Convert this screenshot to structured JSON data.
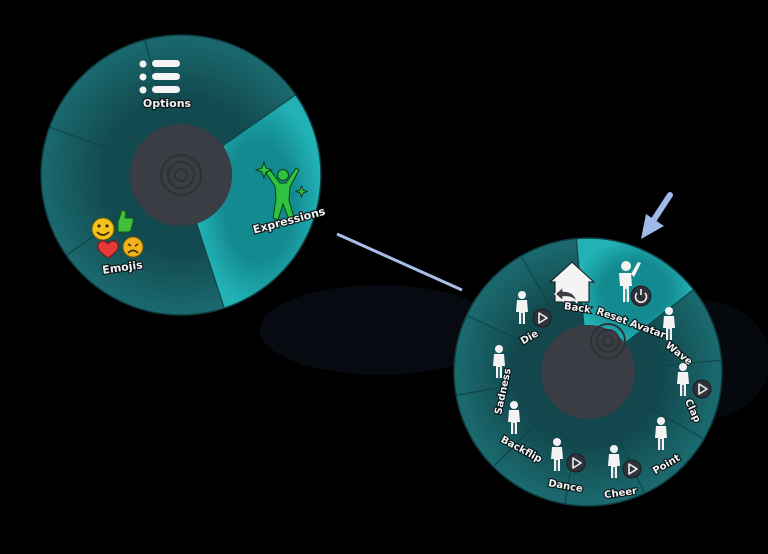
{
  "left_menu": {
    "items": [
      {
        "label": "Options",
        "icon": "options-list-icon"
      },
      {
        "label": "Expressions",
        "icon": "dancing-person-icon",
        "selected": true
      },
      {
        "label": "Emojis",
        "icon": "emoji-cluster-icon"
      }
    ],
    "center_icon": "target-rings-icon"
  },
  "right_menu": {
    "items": [
      {
        "label": "Back",
        "icon": "home-back-icon"
      },
      {
        "label": "Reset Avatar",
        "icon": "reset-avatar-icon",
        "selected": true
      },
      {
        "label": "Wave",
        "icon": "avatar-icon"
      },
      {
        "label": "Clap",
        "icon": "avatar-play-icon"
      },
      {
        "label": "Point",
        "icon": "avatar-icon"
      },
      {
        "label": "Cheer",
        "icon": "avatar-play-icon"
      },
      {
        "label": "Dance",
        "icon": "avatar-play-icon"
      },
      {
        "label": "Backflip",
        "icon": "avatar-icon"
      },
      {
        "label": "Sadness",
        "icon": "avatar-icon"
      },
      {
        "label": "Die",
        "icon": "avatar-play-icon"
      }
    ],
    "center_icon": "target-rings-icon"
  },
  "colors": {
    "background": "#000000",
    "ring": "#175c61",
    "highlight": "#1aa1a6",
    "center": "#3b3d44",
    "arrow": "#a0bbea"
  }
}
